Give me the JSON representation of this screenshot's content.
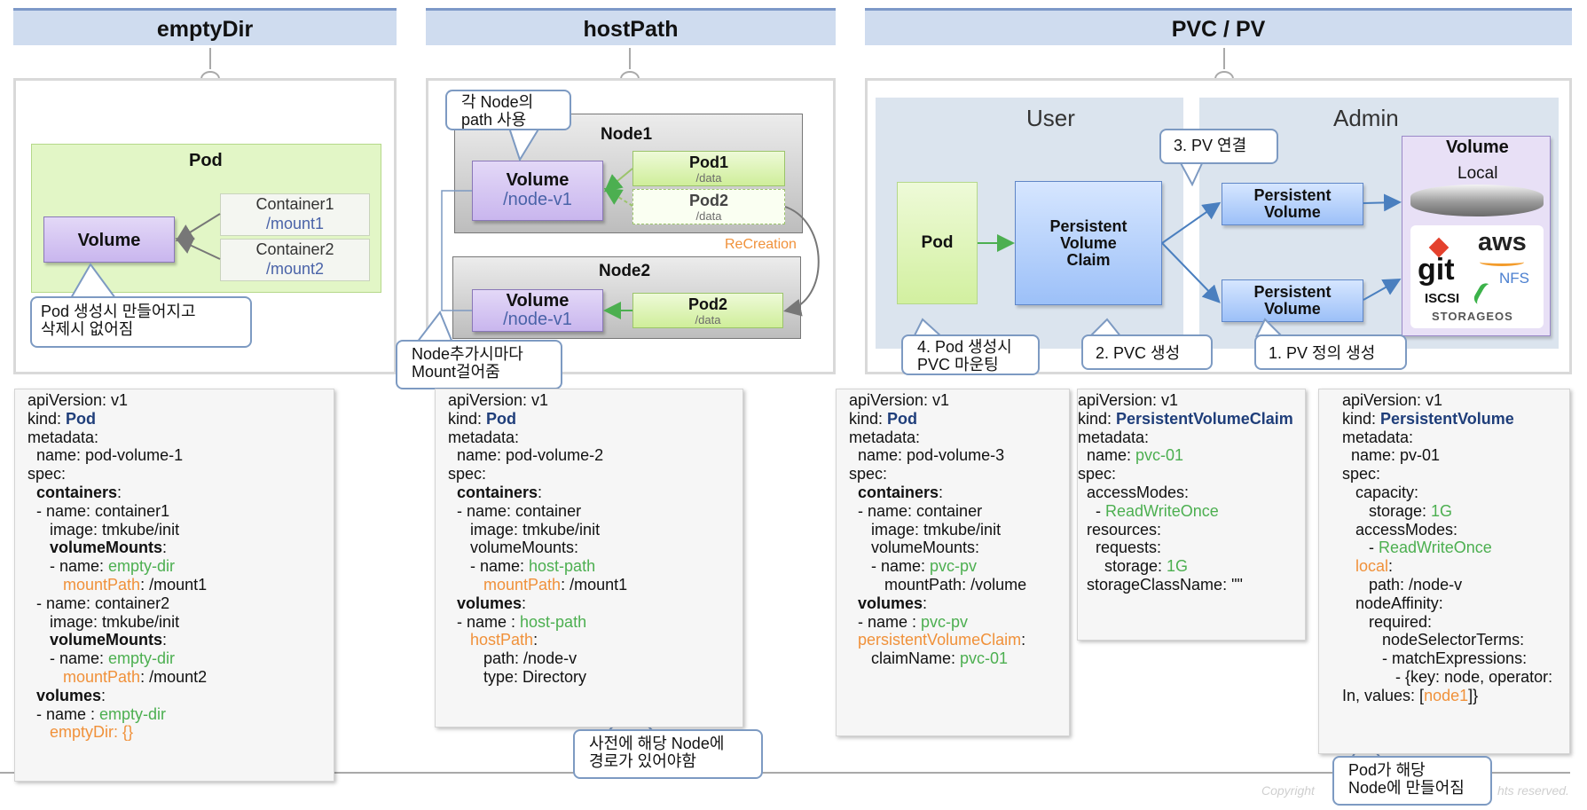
{
  "headers": {
    "emptydir": "emptyDir",
    "hostpath": "hostPath",
    "pvc_pv": "PVC / PV"
  },
  "emptydir_diagram": {
    "pod_label": "Pod",
    "volume_label": "Volume",
    "container1": "Container1",
    "mount1": "/mount1",
    "container2": "Container2",
    "mount2": "/mount2",
    "callout_line1": "Pod 생성시 만들어지고",
    "callout_line2": "삭제시 없어짐"
  },
  "hostpath_diagram": {
    "node1": "Node1",
    "node2": "Node2",
    "volume_label": "Volume",
    "volume_path": "/node-v1",
    "pod1": "Pod1",
    "pod2": "Pod2",
    "data_path": "/data",
    "recreation": "ReCreation",
    "callout_top_line1": "각 Node의",
    "callout_top_line2": "path 사용",
    "callout_bottom_line1": "Node추가시마다",
    "callout_bottom_line2": "Mount걸어줌",
    "callout_code_line1": "사전에 해당 Node에",
    "callout_code_line2": "경로가 있어야함"
  },
  "pvc_diagram": {
    "user_zone": "User",
    "admin_zone": "Admin",
    "pod": "Pod",
    "pvc_line1": "Persistent",
    "pvc_line2": "Volume",
    "pvc_line3": "Claim",
    "pv_line1": "Persistent",
    "pv_line2": "Volume",
    "volume_title": "Volume",
    "volume_local": "Local",
    "logo_git": "git",
    "logo_aws": "aws",
    "logo_nfs": "NFS",
    "logo_iscsi": "ISCSI",
    "logo_storageos": "STORAGEOS",
    "step3": "3. PV 연결",
    "step4_line1": "4. Pod 생성시",
    "step4_line2": "PVC 마운팅",
    "step2": "2. PVC 생성",
    "step1": "1. PV 정의 생성",
    "callout_pod_line1": "Pod가 해당",
    "callout_pod_line2": "Node에 만들어짐"
  },
  "yaml": {
    "apiVersion": "apiVersion: v1",
    "kind_prefix": "kind: ",
    "kind_pod": "Pod",
    "kind_pvc": "PersistentVolumeClaim",
    "kind_pv": "PersistentVolume",
    "metadata": "metadata:",
    "spec": "spec:",
    "name_pod1": "pod-volume-1",
    "name_pod2": "pod-volume-2",
    "name_pod3": "pod-volume-3",
    "name_pvc": "pvc-01",
    "name_pv": "pv-01",
    "empty_dir": "empty-dir",
    "host_path": "host-path",
    "pvc_pv": "pvc-pv",
    "read_write_once": "ReadWriteOnce",
    "storage_1g": "1G",
    "node1": "node1"
  },
  "footer": {
    "copyright_left": "Copyright ",
    "copyright_right": "hts reserved."
  },
  "colors": {
    "header_bg": "#cfdcef",
    "green_value": "#4caf50",
    "orange_key": "#f0913a",
    "navy_kind": "#1f3e7a"
  }
}
